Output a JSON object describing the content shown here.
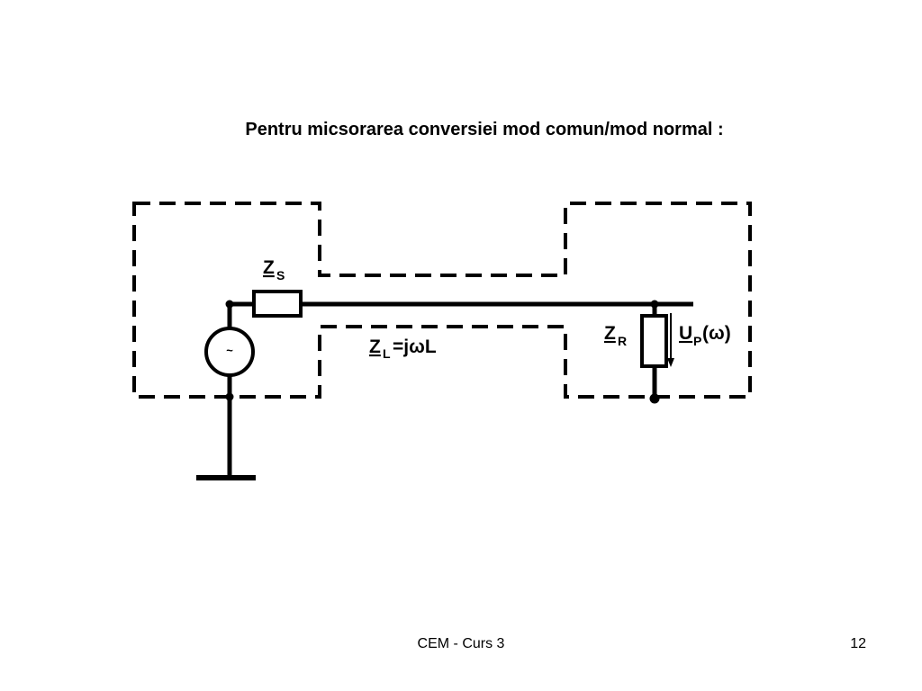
{
  "title": "Pentru micsorarea conversiei mod comun/mod normal :",
  "labels": {
    "zs_main": "Z",
    "zs_sub": "S",
    "zl_main": "Z",
    "zl_sub": "L",
    "zl_expr": "=jωL",
    "zr_main": "Z",
    "zr_sub": "R",
    "up_main": "U",
    "up_sub": "P",
    "up_arg": "(ω)",
    "source_symbol": "~"
  },
  "footer": {
    "center": "CEM - Curs 3",
    "page_number": "12"
  }
}
